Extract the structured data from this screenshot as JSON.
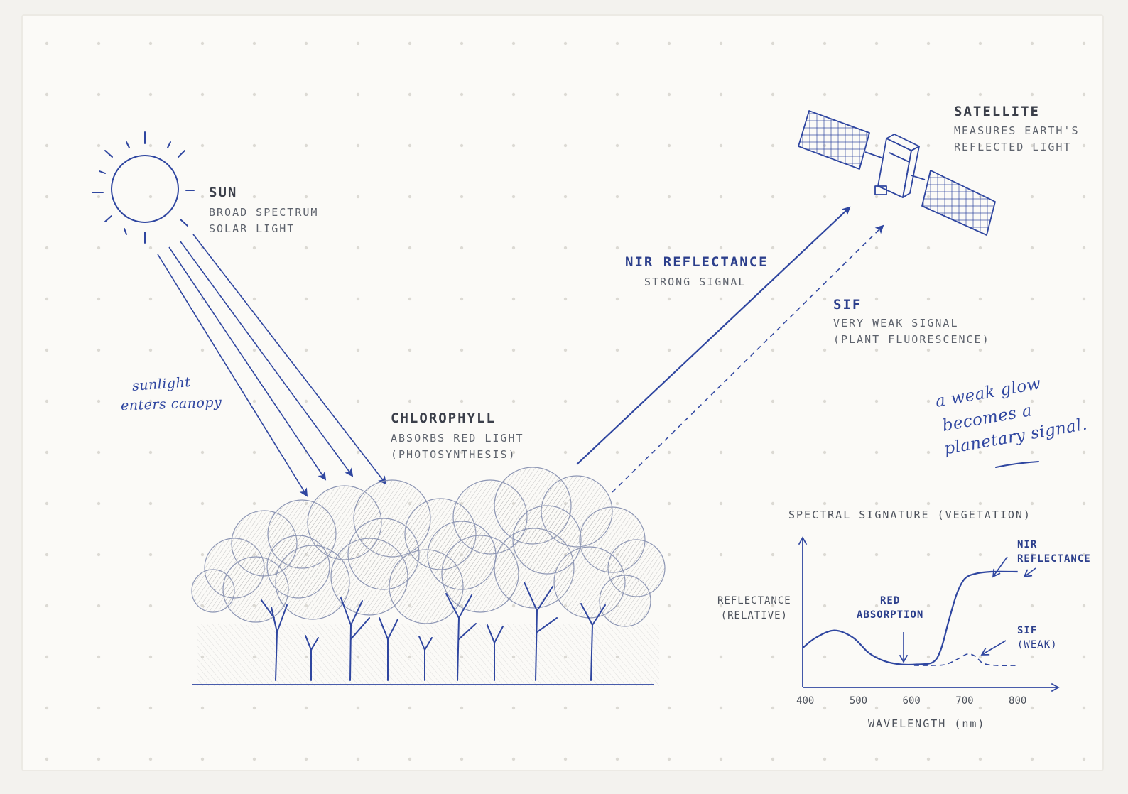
{
  "sun": {
    "title": "SUN",
    "line1": "BROAD SPECTRUM",
    "line2": "SOLAR LIGHT"
  },
  "satellite": {
    "title": "SATELLITE",
    "line1": "MEASURES EARTH'S",
    "line2": "REFLECTED LIGHT"
  },
  "nir": {
    "title": "NIR REFLECTANCE",
    "line1": "STRONG SIGNAL"
  },
  "sif": {
    "title": "SIF",
    "line1": "VERY WEAK SIGNAL",
    "line2": "(PLANT FLUORESCENCE)"
  },
  "chlorophyll": {
    "title": "CHLOROPHYLL",
    "line1": "ABSORBS RED LIGHT",
    "line2": "(PHOTOSYNTHESIS)"
  },
  "notes": {
    "sunlight_1": "sunlight",
    "sunlight_2": "enters canopy",
    "glow_1": "a weak glow",
    "glow_2": "becomes a",
    "glow_3": "planetary signal."
  },
  "colors": {
    "ink": "#2f46a0",
    "text": "#3b3f4a",
    "muted": "#5d626c",
    "paper": "#fbfaf7"
  },
  "chart_data": {
    "type": "line",
    "title": "SPECTRAL SIGNATURE (VEGETATION)",
    "xlabel": "WAVELENGTH (nm)",
    "ylabel_1": "REFLECTANCE",
    "ylabel_2": "(RELATIVE)",
    "xlim": [
      395,
      870
    ],
    "ylim": [
      0,
      1
    ],
    "x_ticks": [
      "400",
      "500",
      "600",
      "700",
      "800"
    ],
    "annotations": {
      "red_1": "RED",
      "red_2": "ABSORPTION",
      "nir_1": "NIR",
      "nir_2": "REFLECTANCE",
      "sif_1": "SIF",
      "sif_2": "(WEAK)"
    },
    "series": [
      {
        "style": "solid",
        "x": [
          395,
          420,
          455,
          490,
          520,
          550,
          580,
          610,
          640,
          655,
          670,
          685,
          700,
          720,
          750,
          800
        ],
        "y": [
          0.26,
          0.36,
          0.43,
          0.36,
          0.21,
          0.13,
          0.1,
          0.1,
          0.12,
          0.24,
          0.52,
          0.78,
          0.93,
          0.98,
          1.0,
          1.0
        ]
      },
      {
        "style": "dashed",
        "x": [
          605,
          640,
          665,
          690,
          705,
          720,
          735,
          760,
          800
        ],
        "y": [
          0.09,
          0.09,
          0.1,
          0.16,
          0.2,
          0.18,
          0.11,
          0.09,
          0.09
        ]
      }
    ]
  }
}
